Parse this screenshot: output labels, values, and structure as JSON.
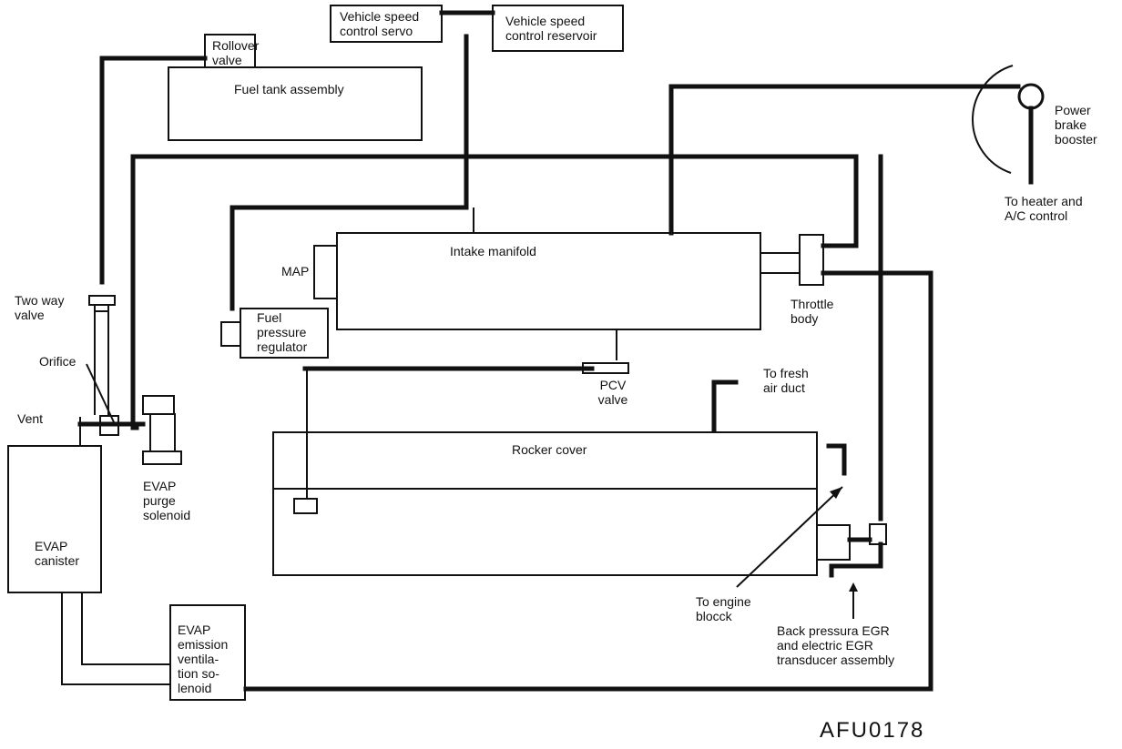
{
  "labels": {
    "vehicle_speed_control_servo": "Vehicle speed\ncontrol servo",
    "vehicle_speed_control_reservoir": "Vehicle   speed\ncontrol reservoir",
    "rollover_valve": "Rollover\nvalve",
    "fuel_tank_assembly": "Fuel tank assembly",
    "power_brake_booster": "Power\nbrake\nbooster",
    "to_heater_ac_control": "To heater and\nA/C control",
    "intake_manifold": "Intake manifold",
    "map": "MAP",
    "throttle_body": "Throttle\nbody",
    "two_way_valve": "Two way\nvalve",
    "fuel_pressure_regulator": "Fuel\npressure\nregulator",
    "orifice": "Orifice",
    "pcv_valve": "PCV\nvalve",
    "to_fresh_air_duct": "To fresh\nair duct",
    "vent": "Vent",
    "rocker_cover": "Rocker cover",
    "evap_purge_solenoid": "EVAP\npurge\nsolenoid",
    "evap_canister": "EVAP\ncanister",
    "to_engine_block": "To engine\nblocck",
    "back_pressure_egr": "Back pressura  EGR\nand   electric   EGR\ntransducer assembly",
    "evap_emission_ventilation_solenoid": "EVAP\nemission\nventila-\ntion    so-\nlenoid",
    "figure_code": "AFU0178"
  }
}
